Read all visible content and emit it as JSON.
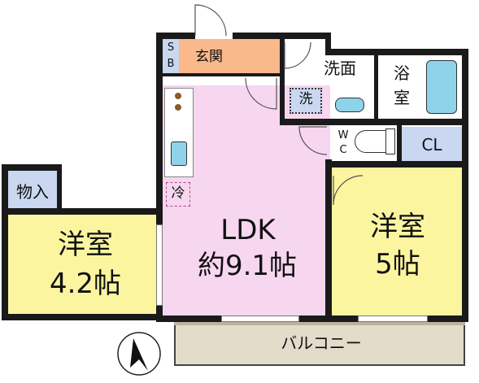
{
  "rooms": {
    "ldk": {
      "label": "LDK",
      "size": "約9.1帖"
    },
    "western_left": {
      "label": "洋室",
      "size": "4.2帖"
    },
    "western_right": {
      "label": "洋室",
      "size": "5帖"
    },
    "storage": {
      "label": "物入"
    },
    "entrance": {
      "label": "玄関"
    },
    "shoebox": {
      "label_top": "S",
      "label_bottom": "B"
    },
    "washroom": {
      "label": "洗面"
    },
    "bath": {
      "label_top": "浴",
      "label_bottom": "室"
    },
    "laundry": {
      "label": "洗"
    },
    "toilet": {
      "label_top": "W",
      "label_bottom": "C"
    },
    "closet": {
      "label": "CL"
    },
    "fridge": {
      "label": "冷"
    },
    "balcony": {
      "label": "バルコニー"
    }
  },
  "colors": {
    "ldk": "#f7d6ef",
    "western": "#fbf5a0",
    "entrance": "#f9b98b",
    "shoebox": "#c9d7f0",
    "bath_fixture": "#8fd3ea",
    "closet": "#c9d7f0",
    "storage": "#c9d7f0",
    "balcony": "#e3dccb",
    "wall": "#1a1a1a"
  },
  "icons": {
    "compass": "north-arrow-icon"
  }
}
